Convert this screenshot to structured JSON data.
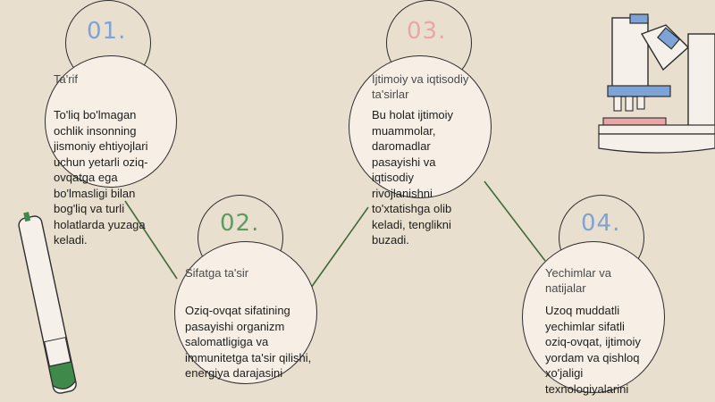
{
  "colors": {
    "background": "#e8dfcf",
    "circle_fill": "#f7efe6",
    "connector": "#3f6b3a",
    "num1": "#7ea3d6",
    "num2": "#5f9a62",
    "num3": "#e9a6a6",
    "num4": "#7ea3d6"
  },
  "steps": [
    {
      "num": "01.",
      "title": "Ta'rif",
      "body": "To'liq bo'lmagan ochlik insonning jismoniy ehtiyojlari uchun yetarli oziq-ovqatga ega bo'lmasligi bilan bog'liq va turli holatlarda yuzaga keladi."
    },
    {
      "num": "02.",
      "title": "Sifatga ta'sir",
      "body": "Oziq-ovqat sifatining pasayishi organizm salomatligiga va immunitetga ta'sir qilishi, energiya darajasini"
    },
    {
      "num": "03.",
      "title": "Ijtimoiy va iqtisodiy ta'sirlar",
      "body": "Bu holat ijtimoiy muammolar, daromadlar pasayishi va iqtisodiy rivojlanishni to'xtatishga olib keladi, tenglikni buzadi."
    },
    {
      "num": "04.",
      "title": "Yechimlar va natijalar",
      "body": "Uzoq muddatli yechimlar sifatli oziq-ovqat, ijtimoiy yordam va qishloq xo'jaligi texnologiyalarini"
    }
  ],
  "decorations": [
    "microscope-icon",
    "test-tube-icon"
  ]
}
